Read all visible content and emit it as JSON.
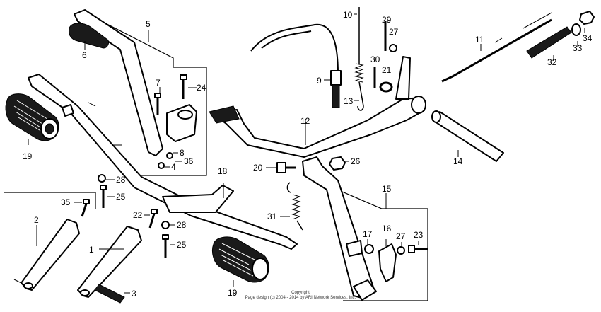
{
  "diagram": {
    "callouts": [
      {
        "id": "c1",
        "text": "1"
      },
      {
        "id": "c2",
        "text": "2"
      },
      {
        "id": "c3",
        "text": "3"
      },
      {
        "id": "c4",
        "text": "4"
      },
      {
        "id": "c5",
        "text": "5"
      },
      {
        "id": "c6",
        "text": "6"
      },
      {
        "id": "c7",
        "text": "7"
      },
      {
        "id": "c8",
        "text": "8"
      },
      {
        "id": "c9",
        "text": "9"
      },
      {
        "id": "c10",
        "text": "10"
      },
      {
        "id": "c11",
        "text": "11"
      },
      {
        "id": "c12",
        "text": "12"
      },
      {
        "id": "c13",
        "text": "13"
      },
      {
        "id": "c14",
        "text": "14"
      },
      {
        "id": "c15",
        "text": "15"
      },
      {
        "id": "c16",
        "text": "16"
      },
      {
        "id": "c17",
        "text": "17"
      },
      {
        "id": "c18",
        "text": "18"
      },
      {
        "id": "c19a",
        "text": "19"
      },
      {
        "id": "c19b",
        "text": "19"
      },
      {
        "id": "c20",
        "text": "20"
      },
      {
        "id": "c21",
        "text": "21"
      },
      {
        "id": "c22",
        "text": "22"
      },
      {
        "id": "c23",
        "text": "23"
      },
      {
        "id": "c24",
        "text": "24"
      },
      {
        "id": "c25a",
        "text": "25"
      },
      {
        "id": "c25b",
        "text": "25"
      },
      {
        "id": "c26",
        "text": "26"
      },
      {
        "id": "c27a",
        "text": "27"
      },
      {
        "id": "c27b",
        "text": "27"
      },
      {
        "id": "c28a",
        "text": "28"
      },
      {
        "id": "c28b",
        "text": "28"
      },
      {
        "id": "c29",
        "text": "29"
      },
      {
        "id": "c30",
        "text": "30"
      },
      {
        "id": "c31",
        "text": "31"
      },
      {
        "id": "c32",
        "text": "32"
      },
      {
        "id": "c33",
        "text": "33"
      },
      {
        "id": "c34",
        "text": "34"
      },
      {
        "id": "c35",
        "text": "35"
      },
      {
        "id": "c36",
        "text": "36"
      }
    ],
    "copyright_line1": "Copyright",
    "copyright_line2": "Page design (c) 2004 - 2014 by ARI Network Services, Inc."
  }
}
